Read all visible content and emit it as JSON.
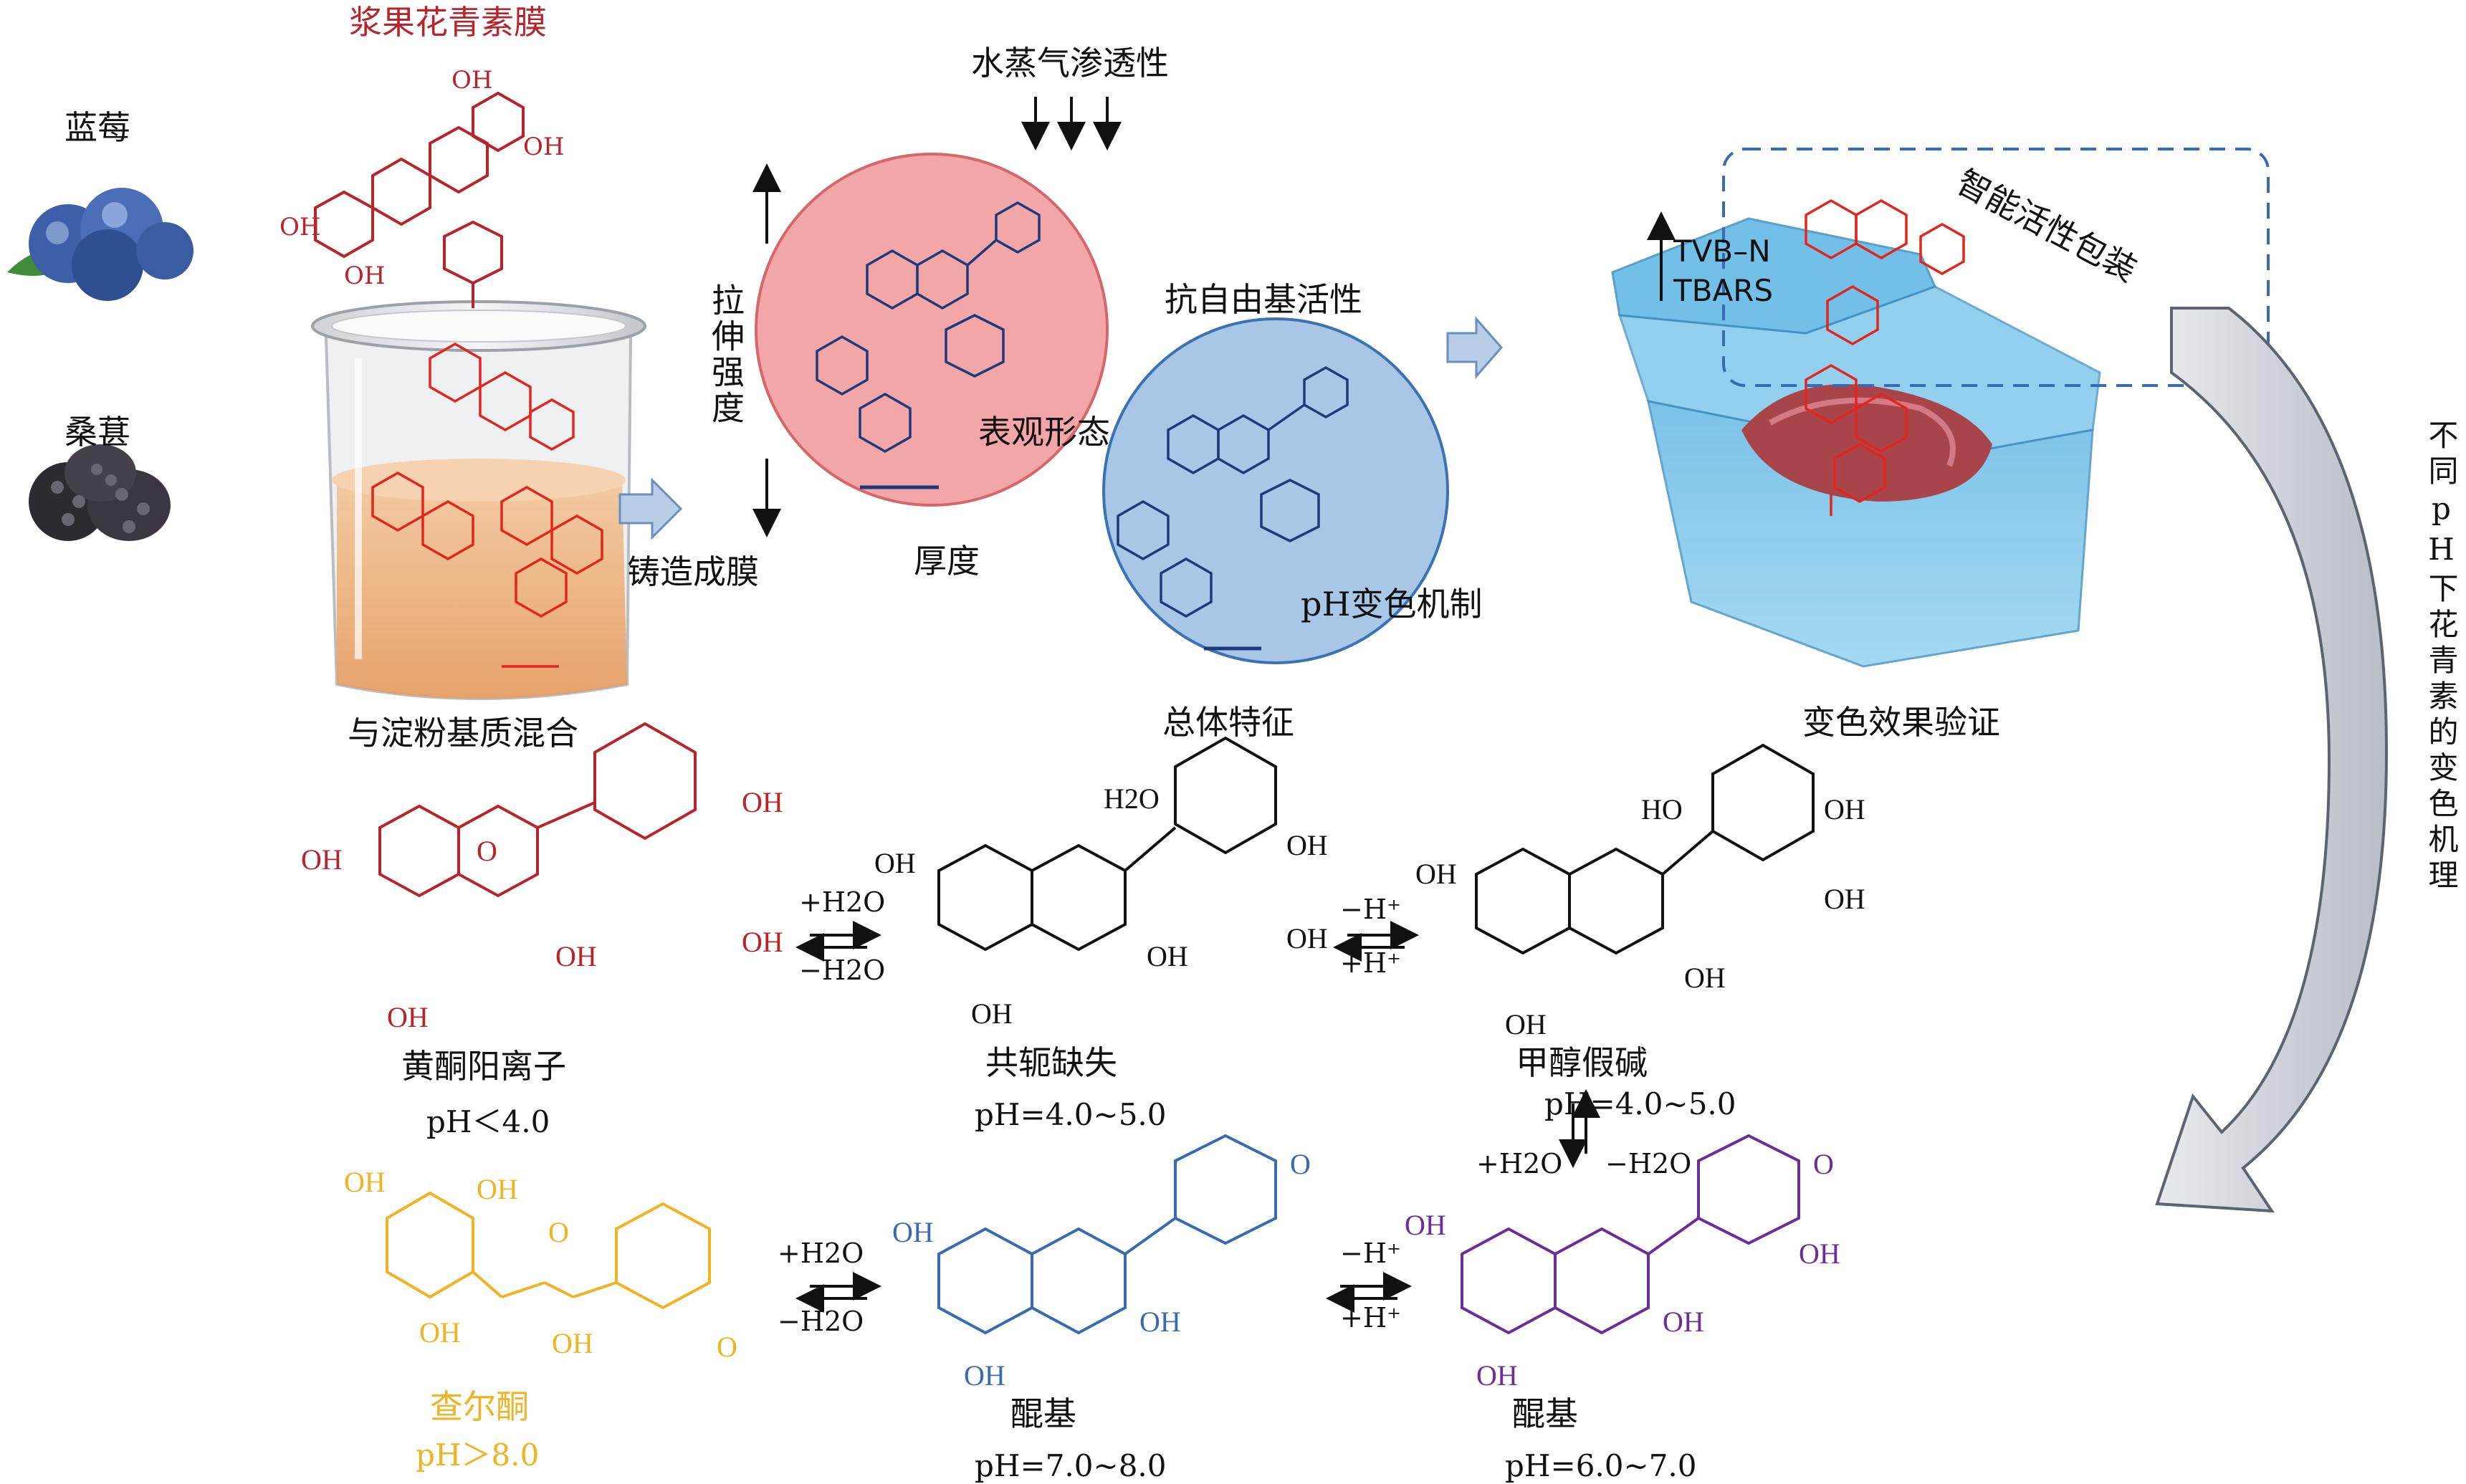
{
  "colors": {
    "red_mol": "#b8242b",
    "bright_red_mol": "#e2261e",
    "blue_mol": "#3a6bb0",
    "navy_mol": "#1e3a7a",
    "purple_mol": "#6d2d96",
    "yellow_mol": "#f0b323",
    "pink_circle": "#f2a6a7",
    "blue_circle": "#a8c6e6",
    "arrow_fill": "#b8cde6",
    "grey_arrow": "#c9cfd6"
  },
  "top": {
    "blueberry_label": "蓝莓",
    "mulberry_label": "桑葚",
    "film_title": "浆果花青素膜",
    "mix_label": "与淀粉基质混合",
    "cast_label": "铸造成膜",
    "tensile_label": "拉伸强度",
    "vapor_label": "水蒸气渗透性",
    "appearance_label": "表观形态",
    "thickness_label": "厚度",
    "antioxidant_label": "抗自由基活性",
    "ph_mechanism_label": "pH变色机制",
    "overall_label": "总体特征",
    "packaging_label": "智能活性包装",
    "tvbn_label": "TVB–N",
    "tbars_label": "TBARS",
    "verify_label": "变色效果验证",
    "side_label": "不同pH下花青素的变色机理"
  },
  "mechanism": {
    "flavylium": {
      "name": "黄酮阳离子",
      "ph": "pH＜4.0"
    },
    "conjugation_loss": {
      "name": "共轭缺失",
      "ph": "pH=4.0~5.0"
    },
    "carbinol": {
      "name": "甲醇假碱",
      "ph": "pH=4.0~5.0"
    },
    "chalcone": {
      "name": "查尔酮",
      "ph": "pH＞8.0"
    },
    "quinoidal_blue": {
      "name": "醌基",
      "ph": "pH=7.0~8.0"
    },
    "quinoidal_purple": {
      "name": "醌基",
      "ph": "pH=6.0~7.0"
    },
    "eq1_top": "+H2O",
    "eq1_bottom": "−H2O",
    "eq2_top": "−H⁺",
    "eq2_bottom": "+H⁺",
    "eq3_left": "+H2O",
    "eq3_right": "−H2O",
    "eq4_top": "+H2O",
    "eq4_bottom": "−H2O",
    "eq5_top": "−H⁺",
    "eq5_bottom": "+H⁺"
  },
  "atoms": {
    "oh": "OH",
    "ho": "HO",
    "o": "O",
    "h2o": "H2O"
  }
}
